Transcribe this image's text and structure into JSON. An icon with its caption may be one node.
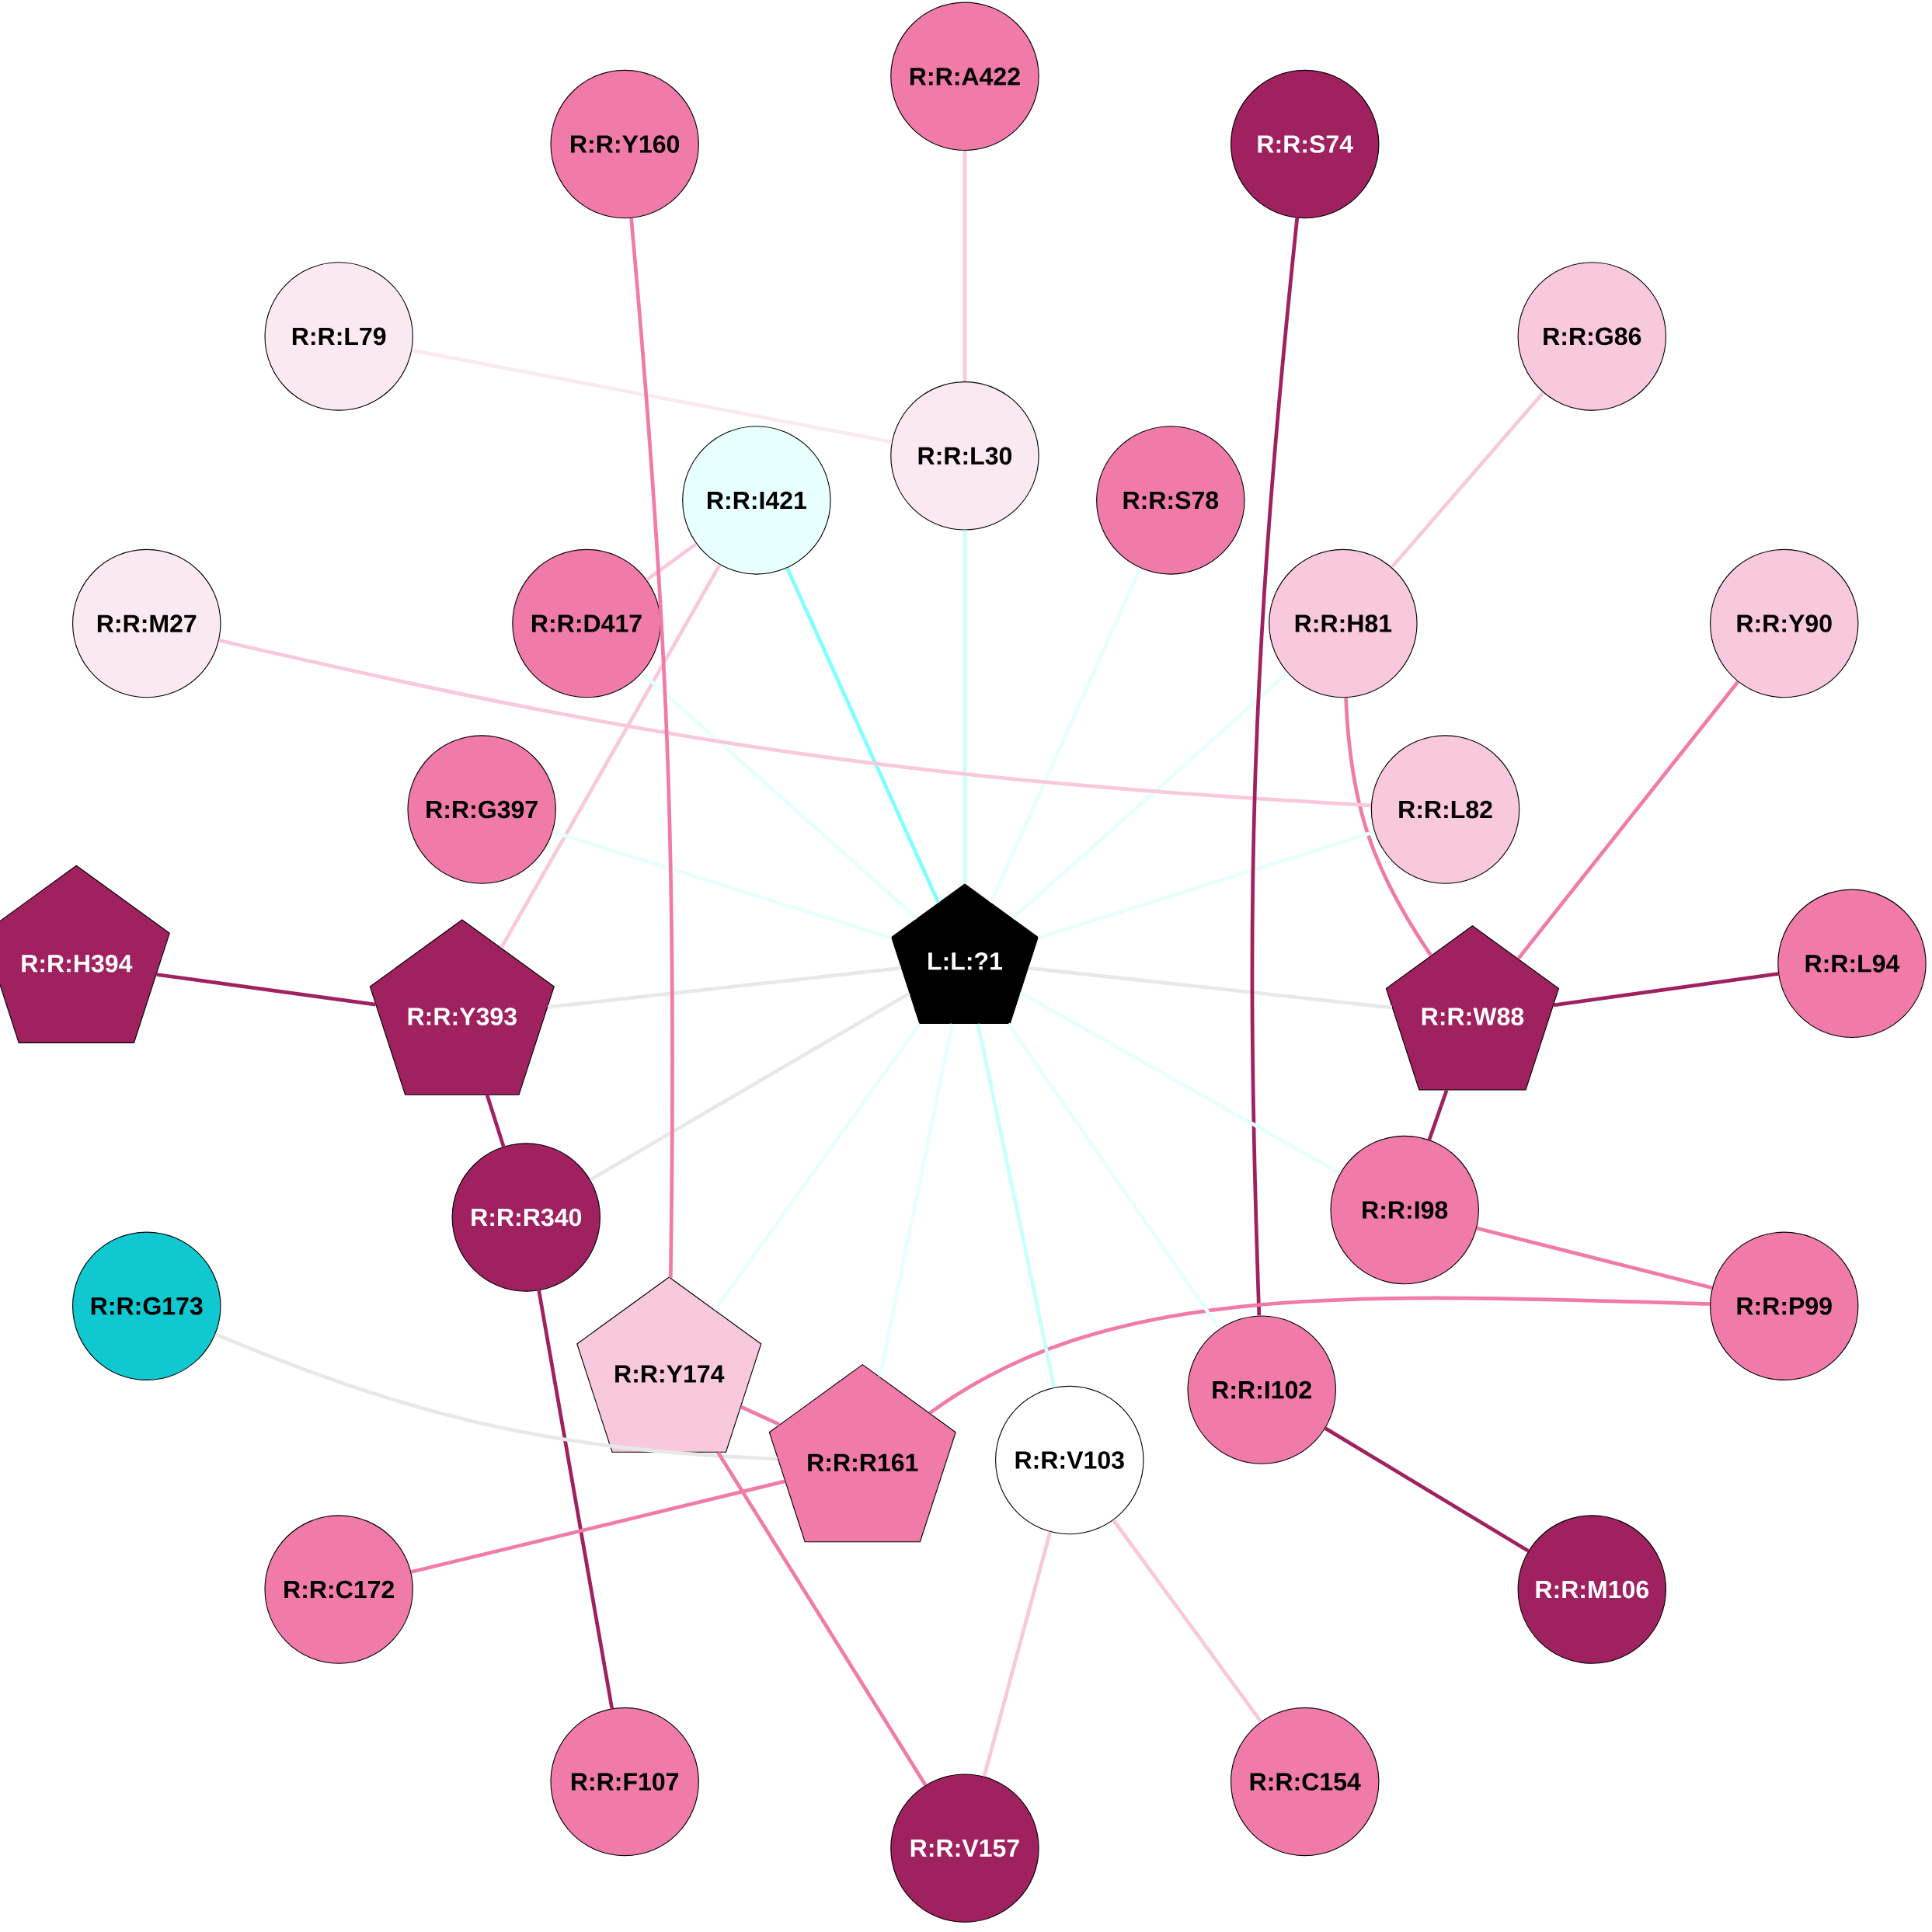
{
  "diagram": {
    "nodes": [
      {
        "text": [
          "L:L:?1"
        ]
      },
      {
        "text": [
          "R:R:A422"
        ]
      },
      {
        "text": [
          "R:R:Y160"
        ]
      },
      {
        "text": [
          "R:R:S74"
        ]
      },
      {
        "text": [
          "R:R:L79"
        ]
      },
      {
        "text": [
          "R:R:G86"
        ]
      },
      {
        "text": [
          "R:R:L30"
        ]
      },
      {
        "text": [
          "R:R:I421"
        ]
      },
      {
        "text": [
          "R:R:S78"
        ]
      },
      {
        "text": [
          "R:R:M27"
        ]
      },
      {
        "text": [
          "R:R:D417"
        ]
      },
      {
        "text": [
          "R:R:H81"
        ]
      },
      {
        "text": [
          "R:R:Y90"
        ]
      },
      {
        "text": [
          "R:R:G397"
        ]
      },
      {
        "text": [
          "R:R:L82"
        ]
      },
      {
        "text": [
          "R:R:H394"
        ]
      },
      {
        "text": [
          "R:R:Y393"
        ]
      },
      {
        "text": [
          "R:R:W88"
        ]
      },
      {
        "text": [
          "R:R:L94"
        ]
      },
      {
        "text": [
          "R:R:R340"
        ]
      },
      {
        "text": [
          "R:R:I98"
        ]
      },
      {
        "text": [
          "R:R:G173"
        ]
      },
      {
        "text": [
          "R:R:P99"
        ]
      },
      {
        "text": [
          "R:R:Y174"
        ]
      },
      {
        "text": [
          "R:R:I102"
        ]
      },
      {
        "text": [
          "R:R:R161"
        ]
      },
      {
        "text": [
          "R:R:V103"
        ]
      },
      {
        "text": [
          "R:R:C172"
        ]
      },
      {
        "text": [
          "R:R:M106"
        ]
      },
      {
        "text": [
          "R:R:F107"
        ]
      },
      {
        "text": [
          "R:R:C154"
        ]
      },
      {
        "text": [
          "R:R:V157"
        ]
      }
    ],
    "edges": [
      {
        "from": 1,
        "to": 6,
        "arrow": "none",
        "color": "#f8c8dc"
      },
      {
        "from": 4,
        "to": 6,
        "arrow": "none",
        "color": "#fbe9f1"
      },
      {
        "from": 6,
        "to": 0,
        "arrow": "none",
        "color": "#c8ffff"
      },
      {
        "from": 7,
        "to": 0,
        "arrow": "none",
        "color": "#80ffff"
      },
      {
        "from": 7,
        "to": 10,
        "arrow": "none",
        "color": "#f8c8dc"
      },
      {
        "from": 7,
        "to": 16,
        "arrow": "none",
        "color": "#f8c8dc"
      },
      {
        "from": 10,
        "to": 0,
        "arrow": "none",
        "color": "#e8ffff"
      },
      {
        "from": 8,
        "to": 0,
        "arrow": "none",
        "color": "#e8ffff"
      },
      {
        "from": 5,
        "to": 11,
        "arrow": "none",
        "color": "#f8c8dc"
      },
      {
        "from": 11,
        "to": 0,
        "arrow": "none",
        "color": "#e8ffff"
      },
      {
        "from": 11,
        "to": 17,
        "arrow": "none",
        "color": "#f07ba9"
      },
      {
        "from": 12,
        "to": 17,
        "arrow": "none",
        "color": "#f07ba9"
      },
      {
        "from": 9,
        "to": 14,
        "arrow": "none",
        "color": "#f8c8dc"
      },
      {
        "from": 14,
        "to": 0,
        "arrow": "none",
        "color": "#e8ffff"
      },
      {
        "from": 13,
        "to": 0,
        "arrow": "none",
        "color": "#e8ffff"
      },
      {
        "from": 15,
        "to": 16,
        "arrow": "none",
        "color": "#a0215f"
      },
      {
        "from": 16,
        "to": 0,
        "arrow": "none",
        "color": "#e8e8e8"
      },
      {
        "from": 17,
        "to": 0,
        "arrow": "none",
        "color": "#e8e8e8"
      },
      {
        "from": 17,
        "to": 18,
        "arrow": "none",
        "color": "#a0215f"
      },
      {
        "from": 17,
        "to": 20,
        "arrow": "none",
        "color": "#a0215f"
      },
      {
        "from": 16,
        "to": 19,
        "arrow": "none",
        "color": "#a0215f"
      },
      {
        "from": 19,
        "to": 0,
        "arrow": "none",
        "color": "#e8e8e8"
      },
      {
        "from": 19,
        "to": 29,
        "arrow": "none",
        "color": "#a0215f"
      },
      {
        "from": 2,
        "to": 23,
        "arrow": "none",
        "color": "#f07ba9"
      },
      {
        "from": 3,
        "to": 24,
        "arrow": "none",
        "color": "#a0215f"
      },
      {
        "from": 20,
        "to": 0,
        "arrow": "none",
        "color": "#e8ffff"
      },
      {
        "from": 20,
        "to": 22,
        "arrow": "none",
        "color": "#f07ba9"
      },
      {
        "from": 22,
        "to": 25,
        "arrow": "none",
        "color": "#f07ba9"
      },
      {
        "from": 23,
        "to": 0,
        "arrow": "none",
        "color": "#e8ffff"
      },
      {
        "from": 25,
        "to": 0,
        "arrow": "none",
        "color": "#e8ffff"
      },
      {
        "from": 26,
        "to": 0,
        "arrow": "none",
        "color": "#c8ffff"
      },
      {
        "from": 24,
        "to": 0,
        "arrow": "none",
        "color": "#e8ffff"
      },
      {
        "from": 24,
        "to": 28,
        "arrow": "none",
        "color": "#a0215f"
      },
      {
        "from": 21,
        "to": 25,
        "arrow": "none",
        "color": "#e8e8e8"
      },
      {
        "from": 23,
        "to": 25,
        "arrow": "none",
        "color": "#f07ba9"
      },
      {
        "from": 23,
        "to": 31,
        "arrow": "none",
        "color": "#f07ba9"
      },
      {
        "from": 25,
        "to": 27,
        "arrow": "none",
        "color": "#f07ba9"
      },
      {
        "from": 26,
        "to": 31,
        "arrow": "none",
        "color": "#f8c8dc"
      },
      {
        "from": 26,
        "to": 30,
        "arrow": "none",
        "color": "#f8c8dc"
      }
    ]
  }
}
